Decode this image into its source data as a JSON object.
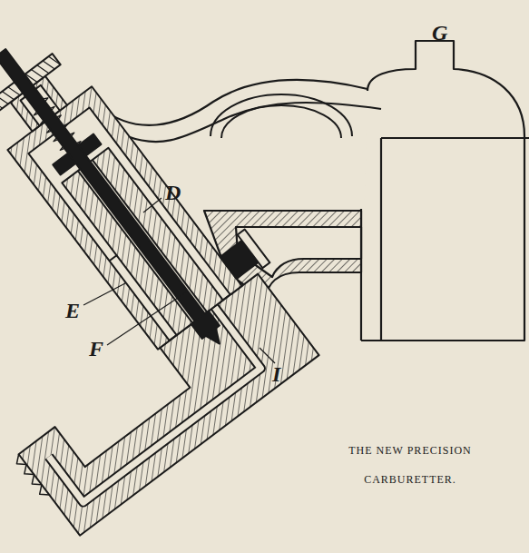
{
  "diagram": {
    "caption": "THE NEW PRECISION CARBURETTER.",
    "labels": [
      "G",
      "D",
      "E",
      "F",
      "I"
    ]
  }
}
